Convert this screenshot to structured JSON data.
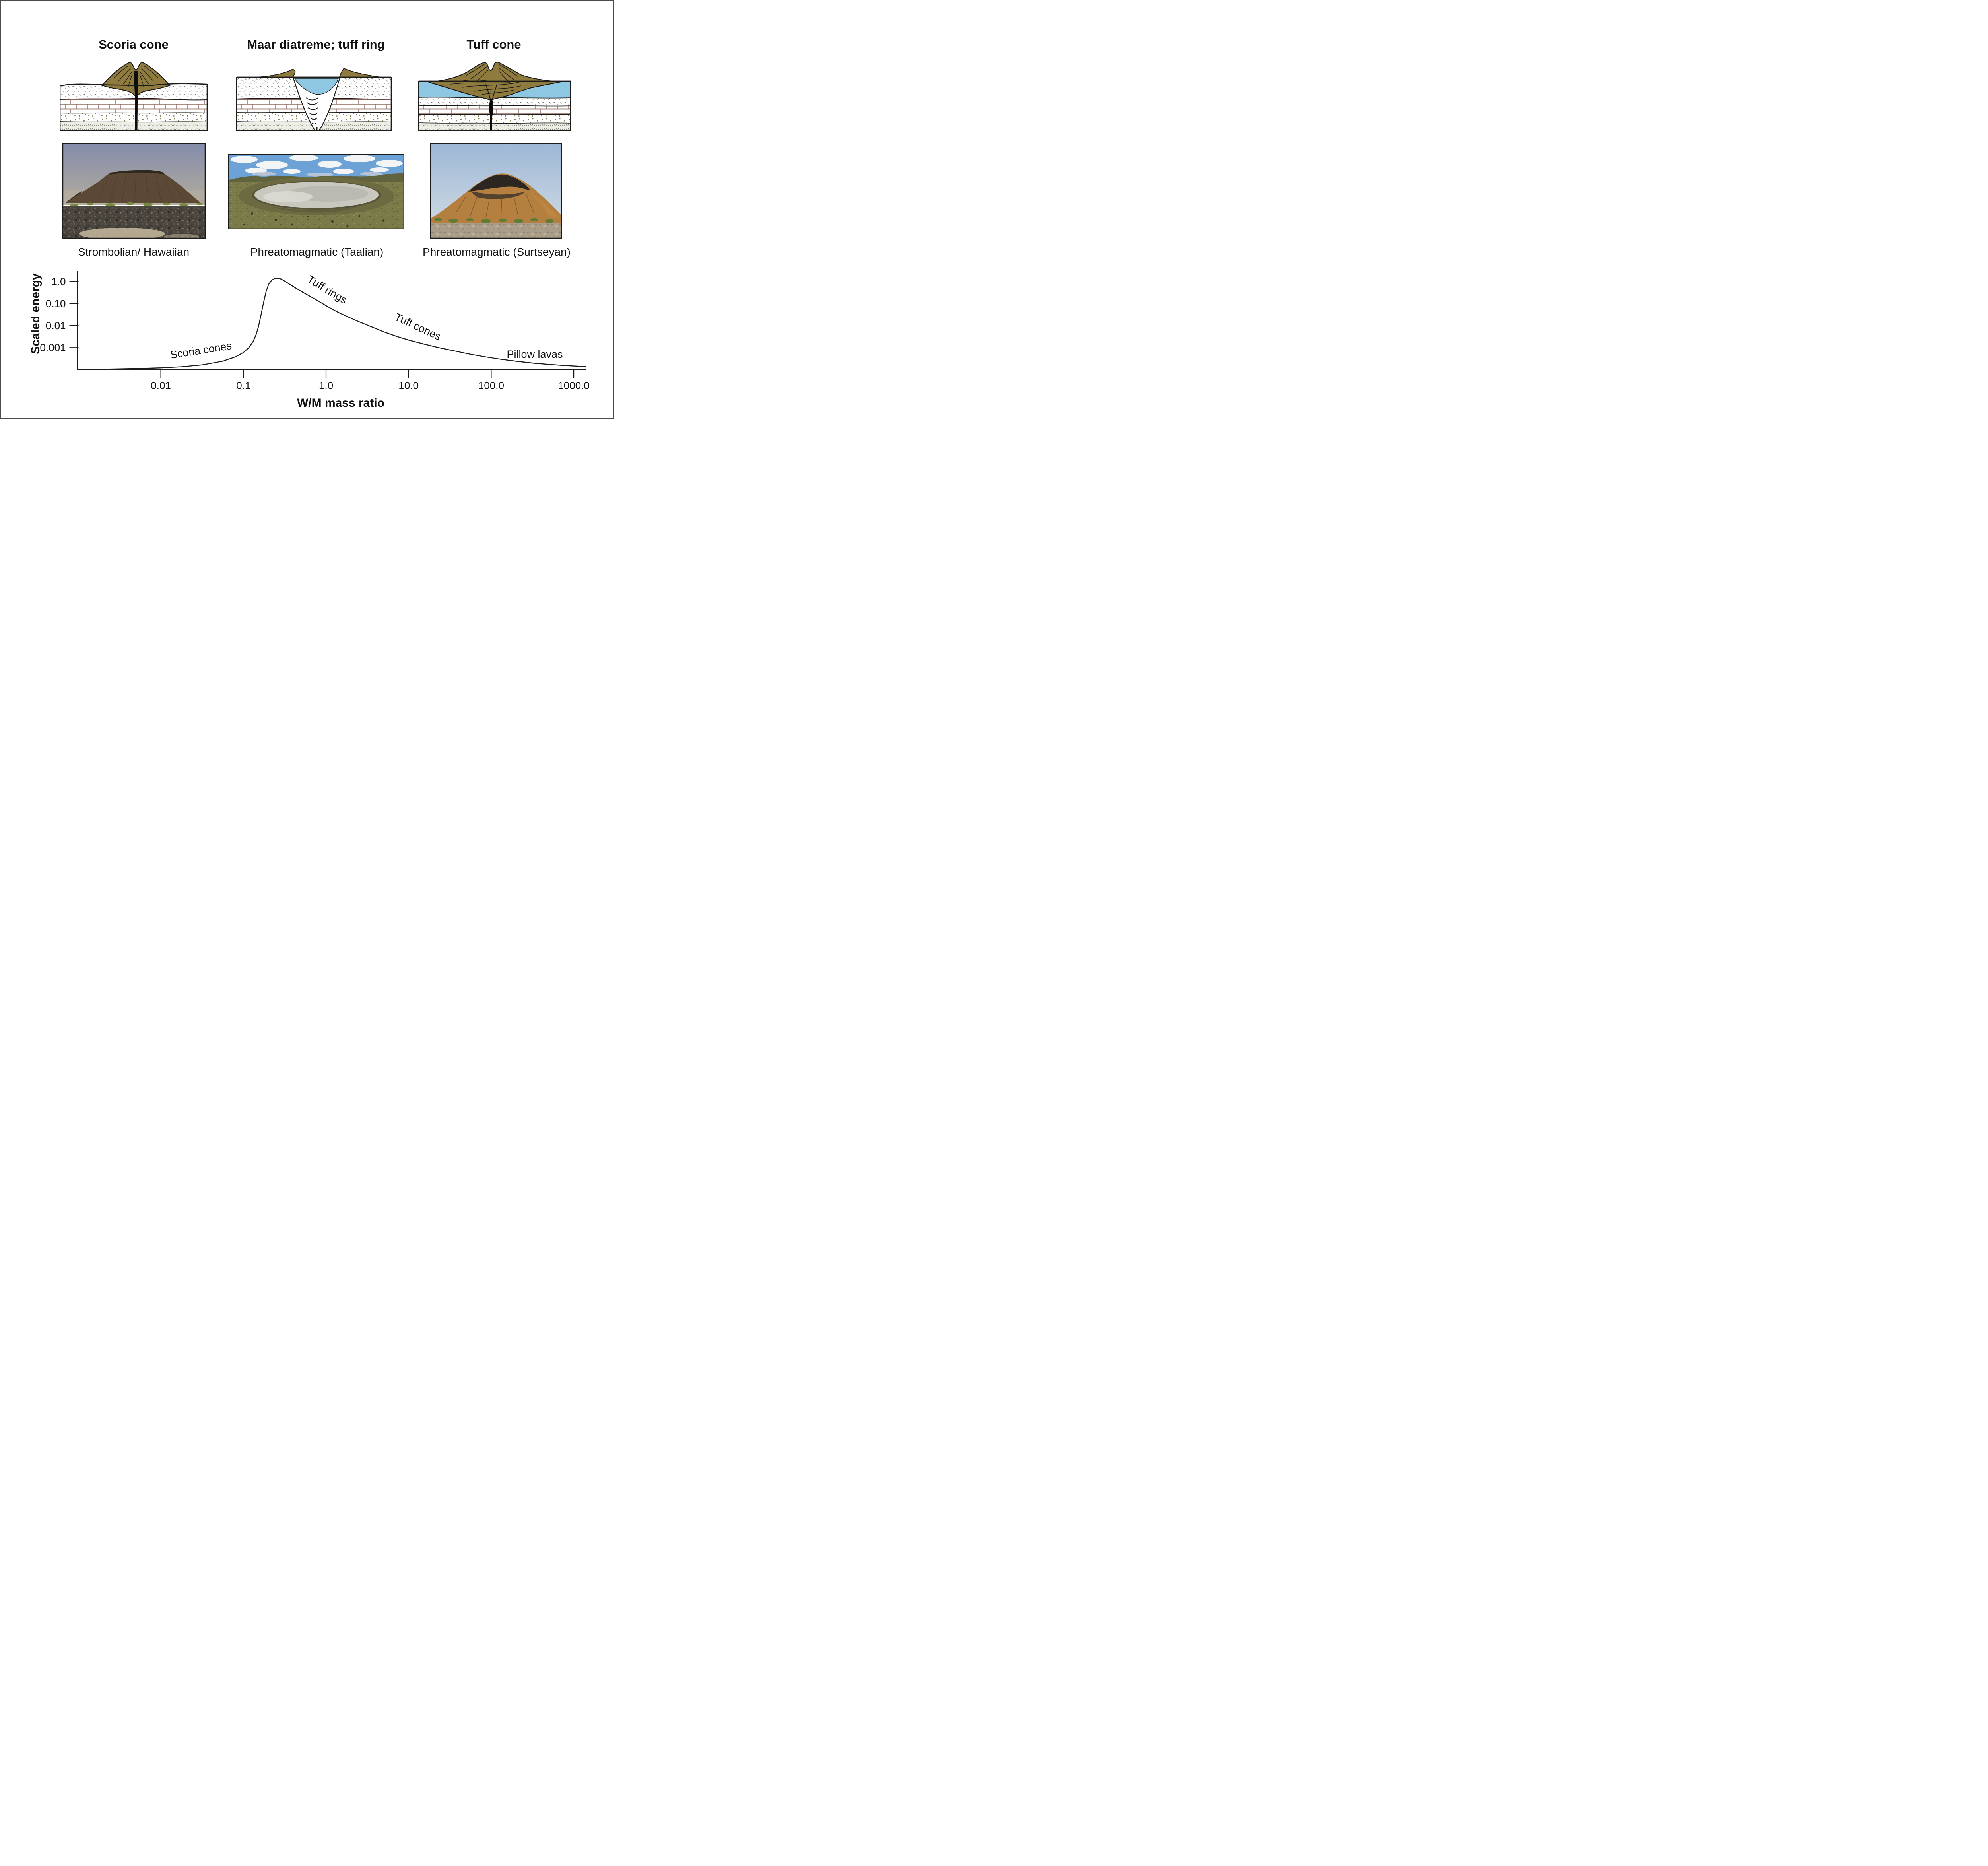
{
  "figure": {
    "panels": [
      {
        "id": "scoria-cone",
        "title": "Scoria cone",
        "caption": "Strombolian/ Hawaiian"
      },
      {
        "id": "maar-diatreme",
        "title": "Maar diatreme; tuff ring",
        "caption": "Phreatomagmatic (Taalian)"
      },
      {
        "id": "tuff-cone",
        "title": "Tuff cone",
        "caption": "Phreatomagmatic (Surtseyan)"
      }
    ],
    "colors": {
      "tephra": "#8f7b3e",
      "water": "#8ec7e2",
      "outline": "#1b1b1b"
    }
  },
  "chart_data": {
    "type": "line",
    "title": "",
    "xlabel": "W/M mass ratio",
    "ylabel": "Scaled energy",
    "x_scale": "log",
    "y_scale": "log",
    "xlim": [
      0.001,
      1778
    ],
    "ylim": [
      0.0001,
      3
    ],
    "grid": false,
    "x_tick_labels": [
      "0.01",
      "0.1",
      "1.0",
      "10.0",
      "100.0",
      "1000.0"
    ],
    "x_tick_values": [
      0.01,
      0.1,
      1.0,
      10.0,
      100.0,
      1000.0
    ],
    "y_tick_labels": [
      "1.0",
      "0.10",
      "0.01",
      "0.001"
    ],
    "y_tick_values": [
      1.0,
      0.1,
      0.01,
      0.001
    ],
    "series": [
      {
        "name": "scaled energy vs W/M mass ratio",
        "points": [
          [
            0.001,
            0.0001
          ],
          [
            0.0018,
            0.000104
          ],
          [
            0.0032,
            0.000108
          ],
          [
            0.0056,
            0.000113
          ],
          [
            0.01,
            0.00012
          ],
          [
            0.018,
            0.000135
          ],
          [
            0.032,
            0.000165
          ],
          [
            0.056,
            0.00024
          ],
          [
            0.08,
            0.00038
          ],
          [
            0.1,
            0.0006
          ],
          [
            0.115,
            0.00095
          ],
          [
            0.13,
            0.0018
          ],
          [
            0.142,
            0.0038
          ],
          [
            0.152,
            0.009
          ],
          [
            0.163,
            0.03
          ],
          [
            0.175,
            0.11
          ],
          [
            0.188,
            0.35
          ],
          [
            0.202,
            0.75
          ],
          [
            0.22,
            1.15
          ],
          [
            0.24,
            1.38
          ],
          [
            0.262,
            1.42
          ],
          [
            0.285,
            1.3
          ],
          [
            0.315,
            1.05
          ],
          [
            0.36,
            0.76
          ],
          [
            0.43,
            0.5
          ],
          [
            0.52,
            0.33
          ],
          [
            0.65,
            0.205
          ],
          [
            0.82,
            0.125
          ],
          [
            1.05,
            0.072
          ],
          [
            1.4,
            0.04
          ],
          [
            1.9,
            0.0235
          ],
          [
            2.6,
            0.0141
          ],
          [
            3.6,
            0.0086
          ],
          [
            5.0,
            0.0052
          ],
          [
            7.2,
            0.0032
          ],
          [
            10.0,
            0.0022
          ],
          [
            15,
            0.00148
          ],
          [
            23,
            0.001
          ],
          [
            35,
            0.00072
          ],
          [
            56,
            0.0005
          ],
          [
            85,
            0.00038
          ],
          [
            135,
            0.00029
          ],
          [
            210,
            0.000235
          ],
          [
            330,
            0.000195
          ],
          [
            520,
            0.00017
          ],
          [
            800,
            0.000152
          ],
          [
            1150,
            0.000142
          ],
          [
            1400,
            0.000138
          ]
        ]
      }
    ],
    "annotations": [
      {
        "label": "Scoria cones",
        "x": 0.031,
        "y": 0.00052,
        "rotation": -9
      },
      {
        "label": "Tuff rings",
        "x": 0.98,
        "y": 0.31,
        "rotation": 31
      },
      {
        "label": "Tuff cones",
        "x": 12.4,
        "y": 0.0063,
        "rotation": 25
      },
      {
        "label": "Pillow lavas",
        "x": 337,
        "y": 0.00034,
        "rotation": 0
      }
    ]
  }
}
